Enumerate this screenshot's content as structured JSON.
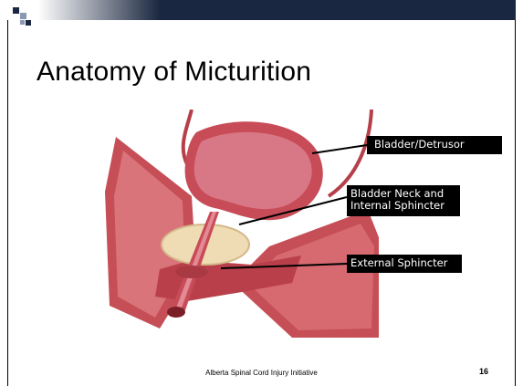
{
  "slide": {
    "title": "Anatomy of Micturition",
    "footer": "Alberta Spinal Cord Injury Initiative",
    "page_number": "16"
  },
  "labels": {
    "bladder": "Bladder/Detrusor",
    "neck_line1": "Bladder Neck and",
    "neck_line2": "Internal Sphincter",
    "external": "External Sphincter"
  },
  "colors": {
    "header_bar": "#1a2740",
    "label_background": "#000000",
    "label_text": "#ffffff",
    "muscle": "#c9505a",
    "prostate": "#efdcb4"
  }
}
